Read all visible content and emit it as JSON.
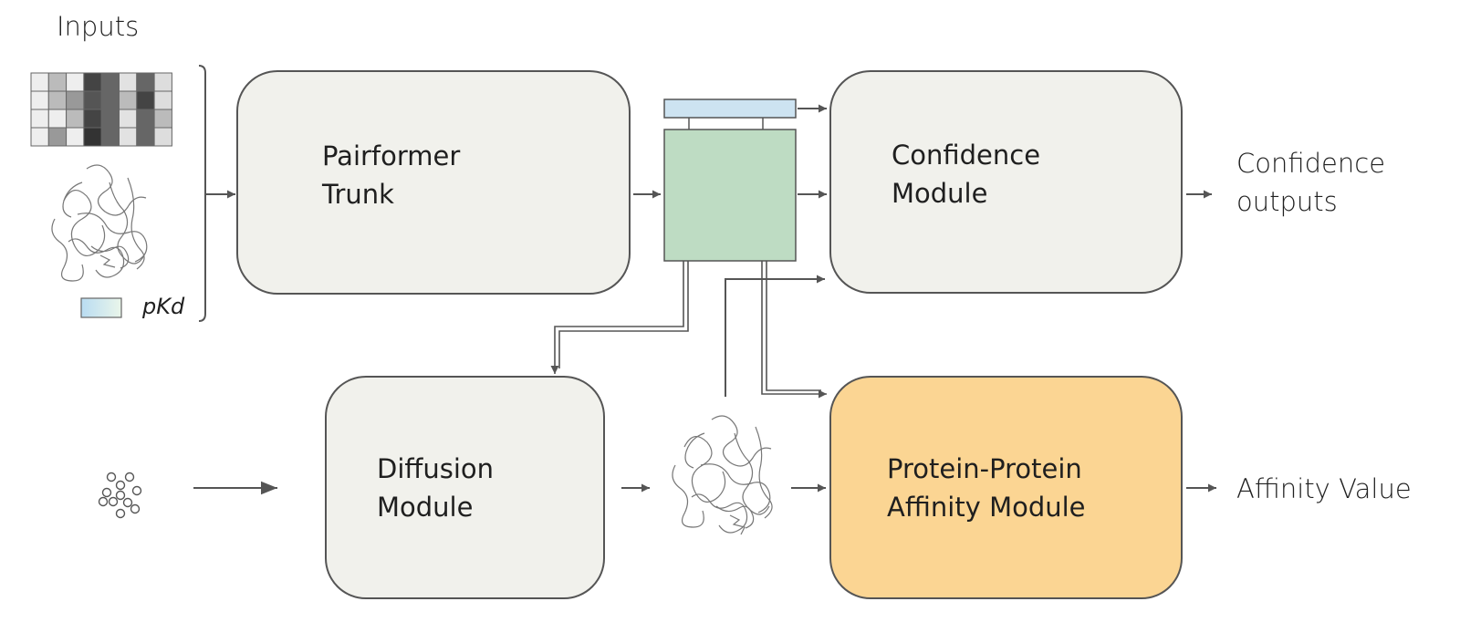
{
  "title": "Inputs",
  "inputs": {
    "affinity_label": "pKd"
  },
  "modules": {
    "pairformer": "Pairformer\nTrunk",
    "confidence": "Confidence\nModule",
    "diffusion": "Diffusion\nModule",
    "affinity": "Protein-Protein\nAffinity Module"
  },
  "outputs": {
    "confidence": "Confidence\noutputs",
    "affinity": "Affinity Value"
  },
  "colors": {
    "module_fill": "#f1f1ec",
    "affinity_fill": "#fbd593",
    "pair_rep_fill": "#bedcc3",
    "single_rep_fill": "#cde3f1",
    "stroke": "#555555"
  }
}
